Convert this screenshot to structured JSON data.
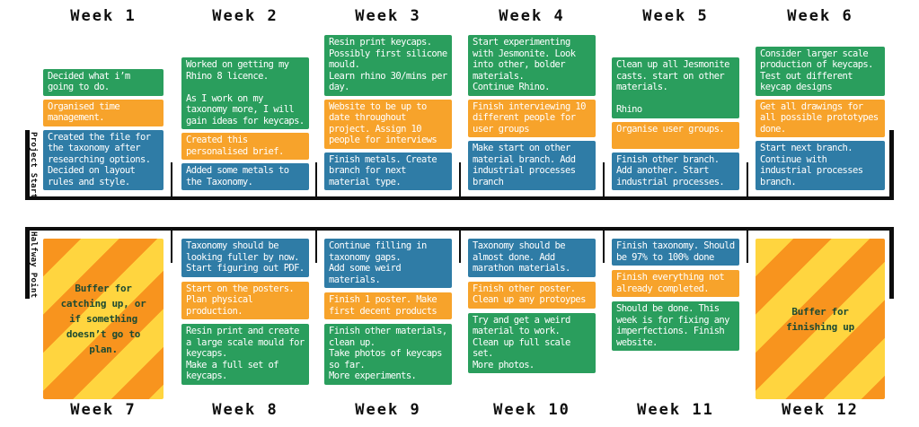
{
  "colors": {
    "green": "#2a9e5d",
    "orange": "#f7a32b",
    "blue": "#2f7ca6",
    "timeline": "#0d0d0d",
    "stripe_yellow": "#ffd53f",
    "stripe_orange": "#f8941e",
    "buffer_text": "#1c4a32"
  },
  "timeline": {
    "top": {
      "side_label": "Project Start"
    },
    "bottom": {
      "side_label": "Halfway Point"
    }
  },
  "weeks": [
    {
      "label": "Week 1",
      "row": "top",
      "notes": [
        {
          "color": "green",
          "text": "Decided what i’m\ngoing to do."
        },
        {
          "color": "orange",
          "text": "Organised time\nmanagement."
        },
        {
          "color": "blue",
          "text": "Created the file for\nthe taxonomy after\nresearching options.\nDecided on layout\nrules and style."
        }
      ]
    },
    {
      "label": "Week 2",
      "row": "top",
      "notes": [
        {
          "color": "green",
          "text": "Worked on getting my\nRhino 8 licence.\n\nAs I work on my\ntaxonomy more, I will\ngain ideas for keycaps."
        },
        {
          "color": "orange",
          "text": "Created this\npersonalised brief."
        },
        {
          "color": "blue",
          "text": "Added some metals to\nthe Taxonomy."
        }
      ]
    },
    {
      "label": "Week 3",
      "row": "top",
      "notes": [
        {
          "color": "green",
          "text": "Resin print keycaps.\nPossibly first silicone\nmould.\nLearn rhino 30/mins per\nday."
        },
        {
          "color": "orange",
          "text": "Website to be up to\ndate throughout\nproject. Assign 10\npeople for interviews"
        },
        {
          "color": "blue",
          "text": "Finish metals. Create\nbranch for next\nmaterial type."
        }
      ]
    },
    {
      "label": "Week 4",
      "row": "top",
      "notes": [
        {
          "color": "green",
          "text": "Start experimenting\nwith Jesmonite. Look\ninto other, bolder\nmaterials.\nContinue Rhino."
        },
        {
          "color": "orange",
          "text": "Finish interviewing 10\ndifferent people for\nuser groups"
        },
        {
          "color": "blue",
          "text": "Make start on other\nmaterial branch. Add\nindustrial processes\nbranch"
        }
      ]
    },
    {
      "label": "Week 5",
      "row": "top",
      "notes": [
        {
          "color": "green",
          "text": "Clean up all Jesmonite\ncasts. start on other\nmaterials.\n\nRhino"
        },
        {
          "color": "orange",
          "text": "Organise user groups.\n "
        },
        {
          "color": "blue",
          "text": "Finish other branch.\nAdd another. Start\nindustrial processes."
        }
      ]
    },
    {
      "label": "Week 6",
      "row": "top",
      "notes": [
        {
          "color": "green",
          "text": "Consider larger scale\nproduction of keycaps.\nTest out different\nkeycap designs"
        },
        {
          "color": "orange",
          "text": "Get all drawings for\nall possible prototypes\ndone."
        },
        {
          "color": "blue",
          "text": "Start next branch.\nContinue with\nindustrial processes\nbranch."
        }
      ]
    },
    {
      "label": "Week 7",
      "row": "bottom",
      "notes": [
        {
          "type": "buffer",
          "stripe_first": "orange",
          "text": "Buffer for\ncatching up, or\nif something\ndoesn’t go to\nplan."
        }
      ]
    },
    {
      "label": "Week 8",
      "row": "bottom",
      "notes": [
        {
          "color": "blue",
          "text": "Taxonomy should be\nlooking fuller by now.\nStart figuring out PDF."
        },
        {
          "color": "orange",
          "text": "Start on the posters.\nPlan physical\nproduction."
        },
        {
          "color": "green",
          "text": "Resin print and create\na large scale mould for\nkeycaps.\nMake a full set of\nkeycaps."
        }
      ]
    },
    {
      "label": "Week 9",
      "row": "bottom",
      "notes": [
        {
          "color": "blue",
          "text": "Continue filling in\ntaxonomy gaps.\nAdd some weird\nmaterials."
        },
        {
          "color": "orange",
          "text": "Finish 1 poster. Make\nfirst decent products"
        },
        {
          "color": "green",
          "text": "Finish other materials,\nclean up.\nTake photos of keycaps\nso far.\nMore experiments."
        }
      ]
    },
    {
      "label": "Week 10",
      "row": "bottom",
      "notes": [
        {
          "color": "blue",
          "text": "Taxonomy should be\nalmost done. Add\nmarathon materials."
        },
        {
          "color": "orange",
          "text": "Finish other poster.\nClean up any protoypes"
        },
        {
          "color": "green",
          "text": "Try and get a weird\nmaterial to work.\nClean up full scale\nset.\nMore photos."
        }
      ]
    },
    {
      "label": "Week 11",
      "row": "bottom",
      "notes": [
        {
          "color": "blue",
          "text": "Finish taxonomy. Should\nbe 97% to 100% done"
        },
        {
          "color": "orange",
          "text": "Finish everything not\nalready completed."
        },
        {
          "color": "green",
          "text": "Should be done. This\nweek is for fixing any\nimperfections. Finish\nwebsite."
        }
      ]
    },
    {
      "label": "Week 12",
      "row": "bottom",
      "notes": [
        {
          "type": "buffer",
          "stripe_first": "yellow",
          "text": "Buffer for\nfinishing up"
        }
      ]
    }
  ]
}
